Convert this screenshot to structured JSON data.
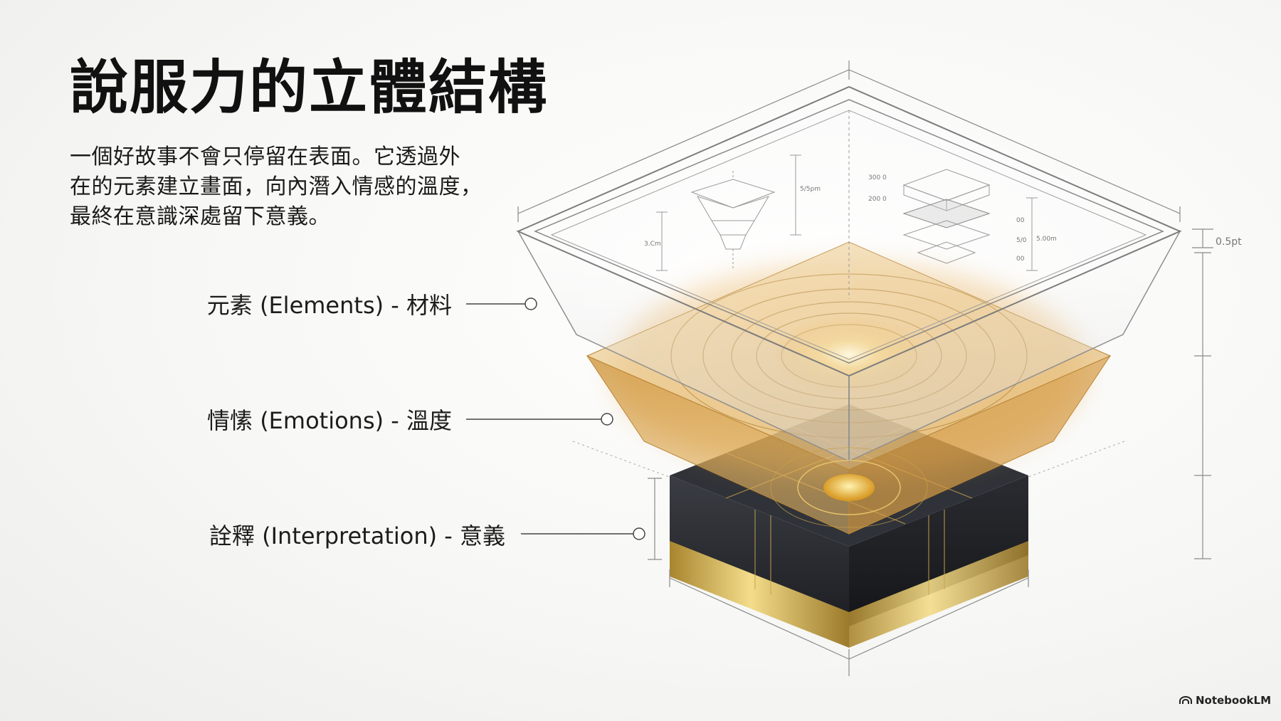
{
  "title": "說服力的立體結構",
  "intro": {
    "lines": [
      "一個好故事不會只停留在表面。它透過外",
      "在的元素建立畫面，向內潛入情感的溫度，",
      "最終在意識深處留下意義。"
    ]
  },
  "layers": {
    "elements": "元素 (Elements) - 材料",
    "emotions": "情愫 (Emotions) - 溫度",
    "interpretation": "詮釋 (Interpretation) - 意義"
  },
  "annotations": {
    "pt": "0.5pt",
    "left_dim": "3.Cm",
    "mid_dim": "5/5pm",
    "right_dim_a": "300 0",
    "right_dim_b": "200 0",
    "right_side": "5.00m",
    "tick_a": "00",
    "tick_b": "5/0",
    "tick_c": "00"
  },
  "brand": "NotebookLM",
  "colors": {
    "amber": "#d9a24a",
    "gold": "#e8c56a",
    "dark_base": "#2a2d33",
    "glass_edge": "#8f8f8f"
  }
}
